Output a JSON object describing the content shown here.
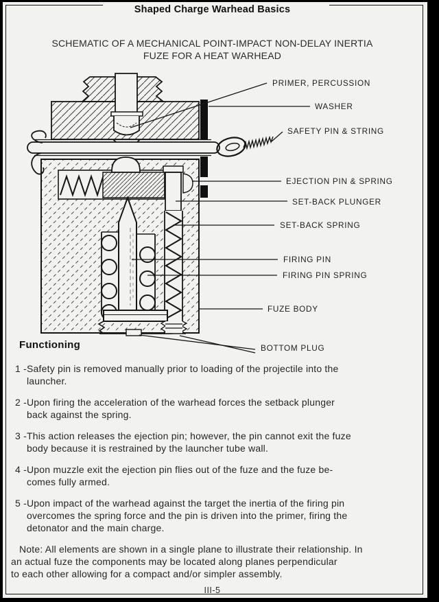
{
  "page": {
    "header_title": "Shaped Charge Warhead Basics",
    "subtitle_line1": "SCHEMATIC OF A MECHANICAL POINT-IMPACT NON-DELAY INERTIA",
    "subtitle_line2": "FUZE FOR A HEAT WARHEAD",
    "page_number": "III-5"
  },
  "diagram": {
    "labels": [
      {
        "text": "PRIMER, PERCUSSION"
      },
      {
        "text": "WASHER"
      },
      {
        "text": "SAFETY PIN & STRING"
      },
      {
        "text": "EJECTION PIN & SPRING"
      },
      {
        "text": "SET-BACK PLUNGER"
      },
      {
        "text": "SET-BACK SPRING"
      },
      {
        "text": "FIRING PIN"
      },
      {
        "text": "FIRING PIN SPRING"
      },
      {
        "text": "FUZE BODY"
      },
      {
        "text": "BOTTOM PLUG"
      }
    ]
  },
  "functioning": {
    "heading": "Functioning",
    "items": [
      {
        "num": "1 -",
        "lines": [
          "Safety pin is removed manually prior to loading of the projectile into the",
          "launcher."
        ]
      },
      {
        "num": "2 -",
        "lines": [
          "Upon firing the acceleration of the warhead forces the setback plunger",
          "back against the spring."
        ]
      },
      {
        "num": "3 -",
        "lines": [
          "This action releases the ejection pin; however, the pin cannot exit the fuze",
          "body because it is restrained by the launcher tube wall."
        ]
      },
      {
        "num": "4 -",
        "lines": [
          "Upon muzzle exit the ejection pin flies out of the fuze and the fuze be-",
          "comes fully armed."
        ]
      },
      {
        "num": "5 -",
        "lines": [
          "Upon impact of the warhead against the target the inertia of the firing pin",
          "overcomes the spring force and the pin is driven into the primer, firing the",
          "detonator and the main charge."
        ]
      }
    ],
    "note_lines": [
      "Note: All elements are shown in a single plane to illustrate their relationship. In",
      "an actual fuze the components may be located along planes perpendicular",
      "to each other allowing for a compact and/or simpler assembly."
    ]
  },
  "colors": {
    "page_bg": "#f2f2f0",
    "ink": "#1d1d1d",
    "surround": "#000000"
  }
}
